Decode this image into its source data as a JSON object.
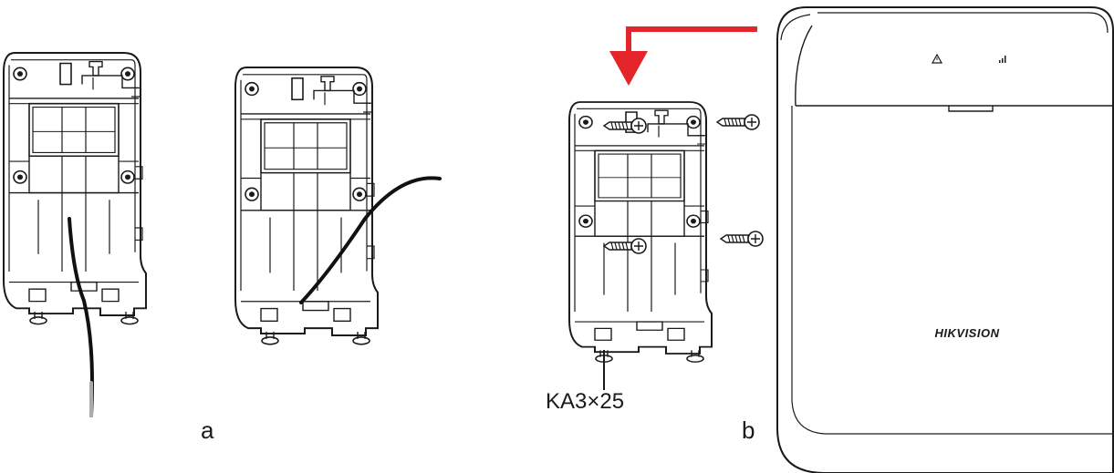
{
  "labels": {
    "step_a": "a",
    "step_b": "b",
    "screw_spec": "KA3×25",
    "brand": "HIKVISION"
  },
  "colors": {
    "line": "#1a1a1a",
    "arrow": "#e4252a",
    "cable": "#111111",
    "background": "#ffffff"
  },
  "icons": {
    "indicator_left": "warning-triangle-icon",
    "indicator_right": "signal-bars-icon"
  }
}
